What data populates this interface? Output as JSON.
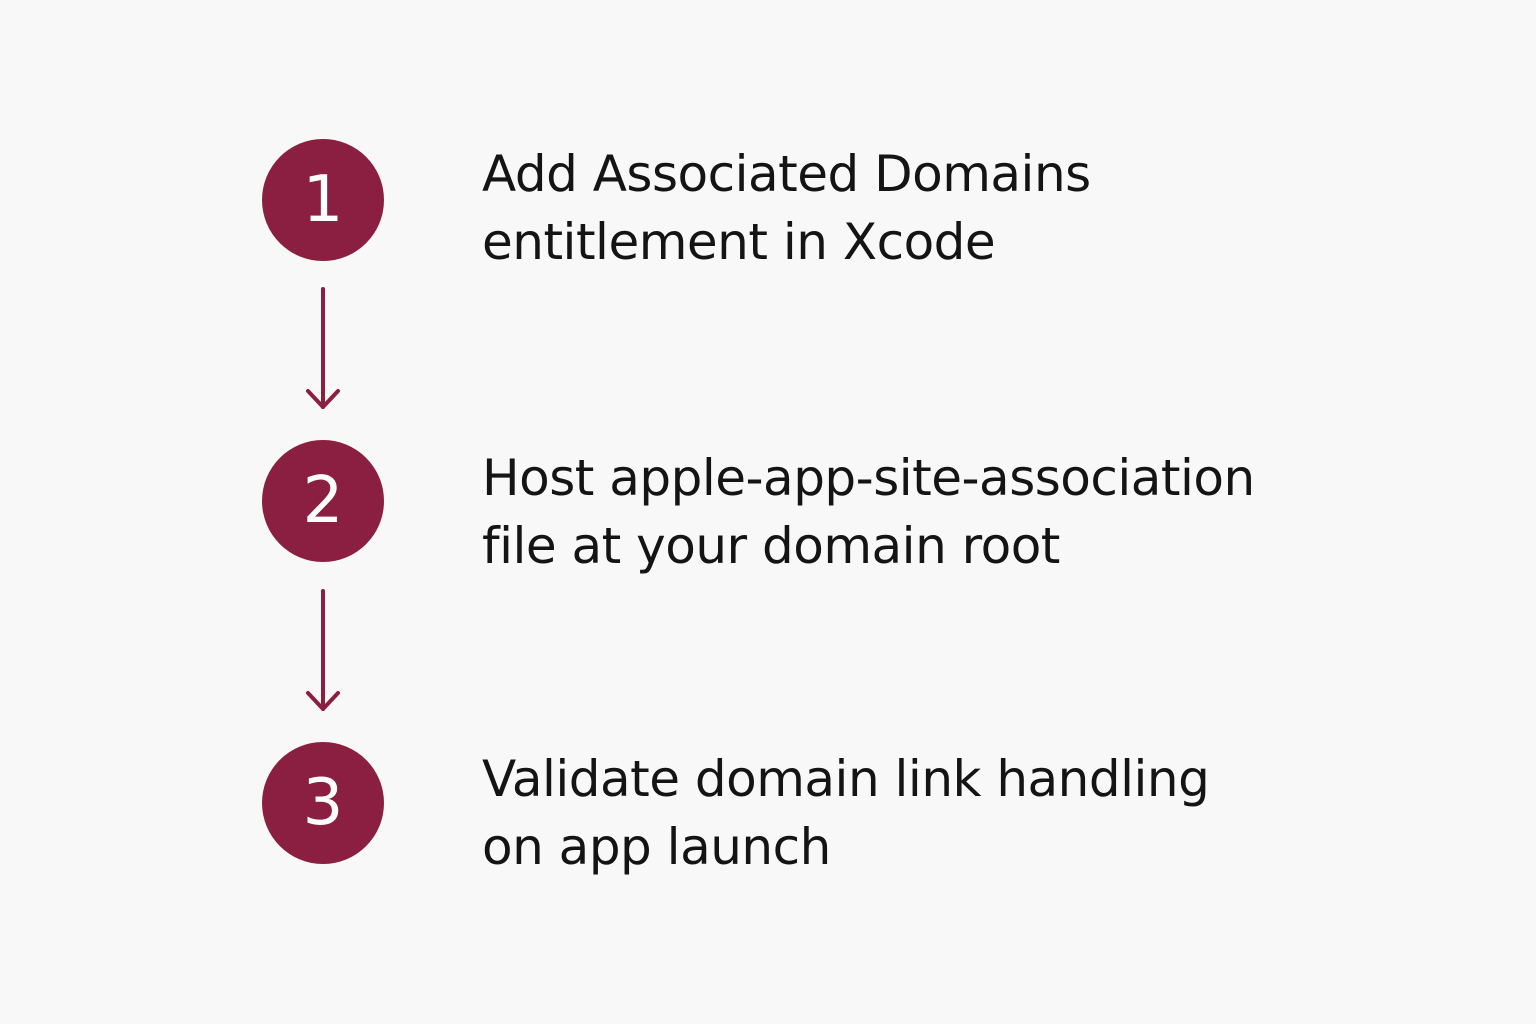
{
  "accent_color": "#8b1f41",
  "text_color": "#141414",
  "background_color": "#f8f8f8",
  "steps": [
    {
      "number": "1",
      "lines": [
        "Add Associated Domains",
        "entitlement in Xcode"
      ]
    },
    {
      "number": "2",
      "lines": [
        "Host apple-app-site-association",
        "file at your domain root"
      ]
    },
    {
      "number": "3",
      "lines": [
        "Validate domain link handling",
        "on app launch"
      ]
    }
  ],
  "connectors": [
    "arrow-down-icon",
    "arrow-down-icon"
  ]
}
